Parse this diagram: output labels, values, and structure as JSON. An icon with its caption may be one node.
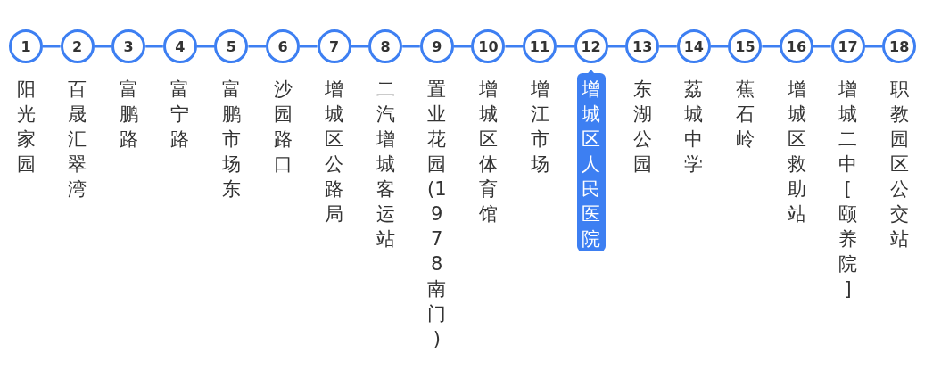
{
  "diagram": {
    "nodes": [
      {
        "text": [
          "1"
        ],
        "beside": [
          "阳光家园"
        ]
      },
      {
        "text": [
          "2"
        ],
        "beside": [
          "百晟汇翠湾"
        ]
      },
      {
        "text": [
          "3"
        ],
        "beside": [
          "富鹏路"
        ]
      },
      {
        "text": [
          "4"
        ],
        "beside": [
          "富宁路"
        ]
      },
      {
        "text": [
          "5"
        ],
        "beside": [
          "富鹏市场东"
        ]
      },
      {
        "text": [
          "6"
        ],
        "beside": [
          "沙园路口"
        ]
      },
      {
        "text": [
          "7"
        ],
        "beside": [
          "增城区公路局"
        ]
      },
      {
        "text": [
          "8"
        ],
        "beside": [
          "二汽增城客运站"
        ]
      },
      {
        "text": [
          "9"
        ],
        "beside": [
          "置业花园(1978南门)"
        ]
      },
      {
        "text": [
          "10"
        ],
        "beside": [
          "增城区体育馆"
        ]
      },
      {
        "text": [
          "11"
        ],
        "beside": [
          "增江市场"
        ]
      },
      {
        "text": [
          "12"
        ],
        "beside": [
          "增城区人民医院"
        ]
      },
      {
        "text": [
          "13"
        ],
        "beside": [
          "东湖公园"
        ]
      },
      {
        "text": [
          "14"
        ],
        "beside": [
          "荔城中学"
        ]
      },
      {
        "text": [
          "15"
        ],
        "beside": [
          "蕉石岭"
        ]
      },
      {
        "text": [
          "16"
        ],
        "beside": [
          "增城区救助站"
        ]
      },
      {
        "text": [
          "17"
        ],
        "beside": [
          "增城二中[颐养院]"
        ]
      },
      {
        "text": [
          "18"
        ],
        "beside": [
          "职教园区公交站"
        ]
      }
    ],
    "edges": [
      {
        "from": 0,
        "to": 1,
        "arrow": "none"
      },
      {
        "from": 1,
        "to": 2,
        "arrow": "none"
      },
      {
        "from": 2,
        "to": 3,
        "arrow": "none"
      },
      {
        "from": 3,
        "to": 4,
        "arrow": "none"
      },
      {
        "from": 4,
        "to": 5,
        "arrow": "none"
      },
      {
        "from": 5,
        "to": 6,
        "arrow": "none"
      },
      {
        "from": 6,
        "to": 7,
        "arrow": "none"
      },
      {
        "from": 7,
        "to": 8,
        "arrow": "none"
      },
      {
        "from": 8,
        "to": 9,
        "arrow": "none"
      },
      {
        "from": 9,
        "to": 10,
        "arrow": "none"
      },
      {
        "from": 10,
        "to": 11,
        "arrow": "none"
      },
      {
        "from": 11,
        "to": 12,
        "arrow": "none"
      },
      {
        "from": 12,
        "to": 13,
        "arrow": "none"
      },
      {
        "from": 13,
        "to": 14,
        "arrow": "none"
      },
      {
        "from": 14,
        "to": 15,
        "arrow": "none"
      },
      {
        "from": 15,
        "to": 16,
        "arrow": "none"
      },
      {
        "from": 16,
        "to": 17,
        "arrow": "none"
      }
    ]
  }
}
